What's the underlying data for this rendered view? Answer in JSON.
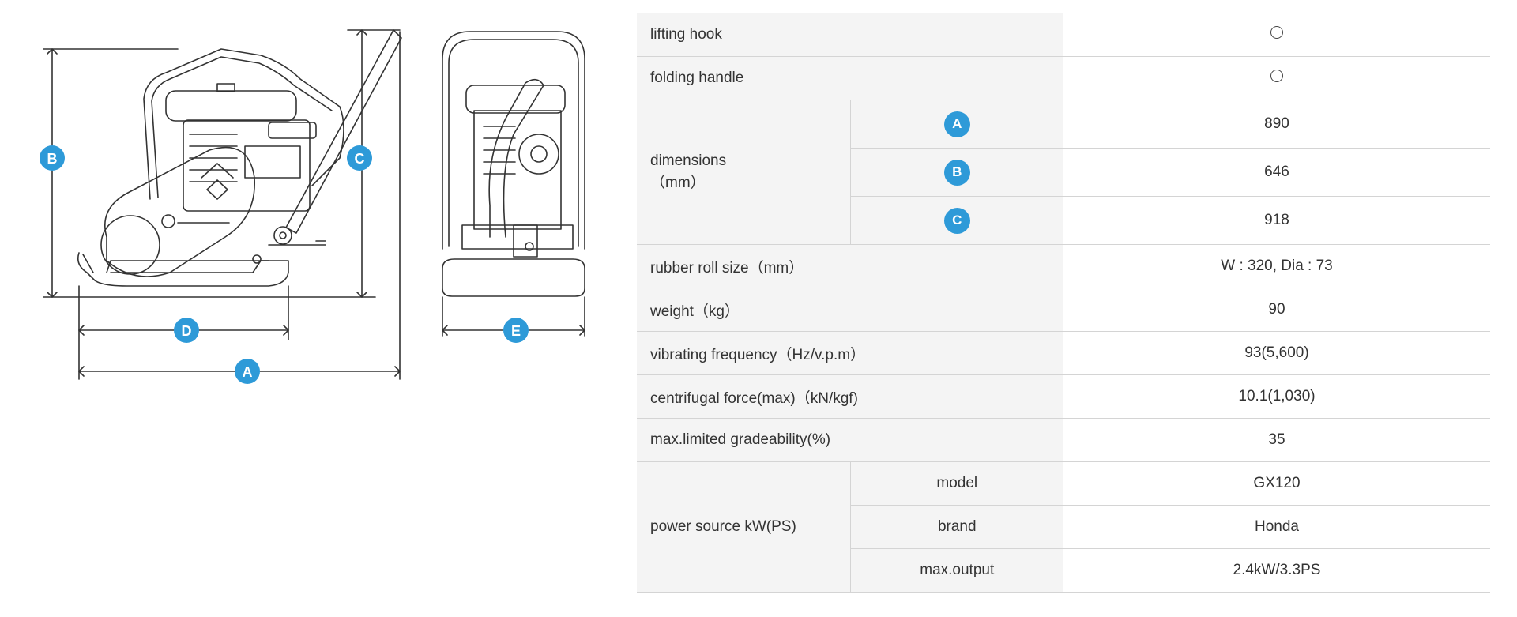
{
  "drawing": {
    "labels": {
      "A": "A",
      "B": "B",
      "C": "C",
      "D": "D",
      "E": "E"
    }
  },
  "specs": {
    "lifting_hook": {
      "label": "lifting hook",
      "value_icon": "circle-mark-icon"
    },
    "folding_handle": {
      "label": "folding handle",
      "value_icon": "circle-mark-icon"
    },
    "dimensions": {
      "label": "dimensions\n（mm）",
      "rows": [
        {
          "key": "A",
          "value": "890"
        },
        {
          "key": "B",
          "value": "646"
        },
        {
          "key": "C",
          "value": "918"
        }
      ]
    },
    "rubber_roll_size": {
      "label": "rubber roll size（mm）",
      "value": "W : 320, Dia : 73"
    },
    "weight": {
      "label": "weight（kg）",
      "value": "90"
    },
    "vibrating_frequency": {
      "label": "vibrating frequency（Hz/v.p.m）",
      "value": "93(5,600)"
    },
    "centrifugal_force": {
      "label": "centrifugal force(max)（kN/kgf)",
      "value": "10.1(1,030)"
    },
    "gradeability": {
      "label": "max.limited gradeability(%)",
      "value": "35"
    },
    "power_source": {
      "label": "power source kW(PS)",
      "rows": [
        {
          "key": "model",
          "value": "GX120"
        },
        {
          "key": "brand",
          "value": "Honda"
        },
        {
          "key": "max.output",
          "value": "2.4kW/3.3PS"
        }
      ]
    }
  },
  "colors": {
    "badge": "#2e9ad8",
    "label_bg": "#f4f4f4",
    "border": "#d4d4d4",
    "line_art": "#333333"
  }
}
